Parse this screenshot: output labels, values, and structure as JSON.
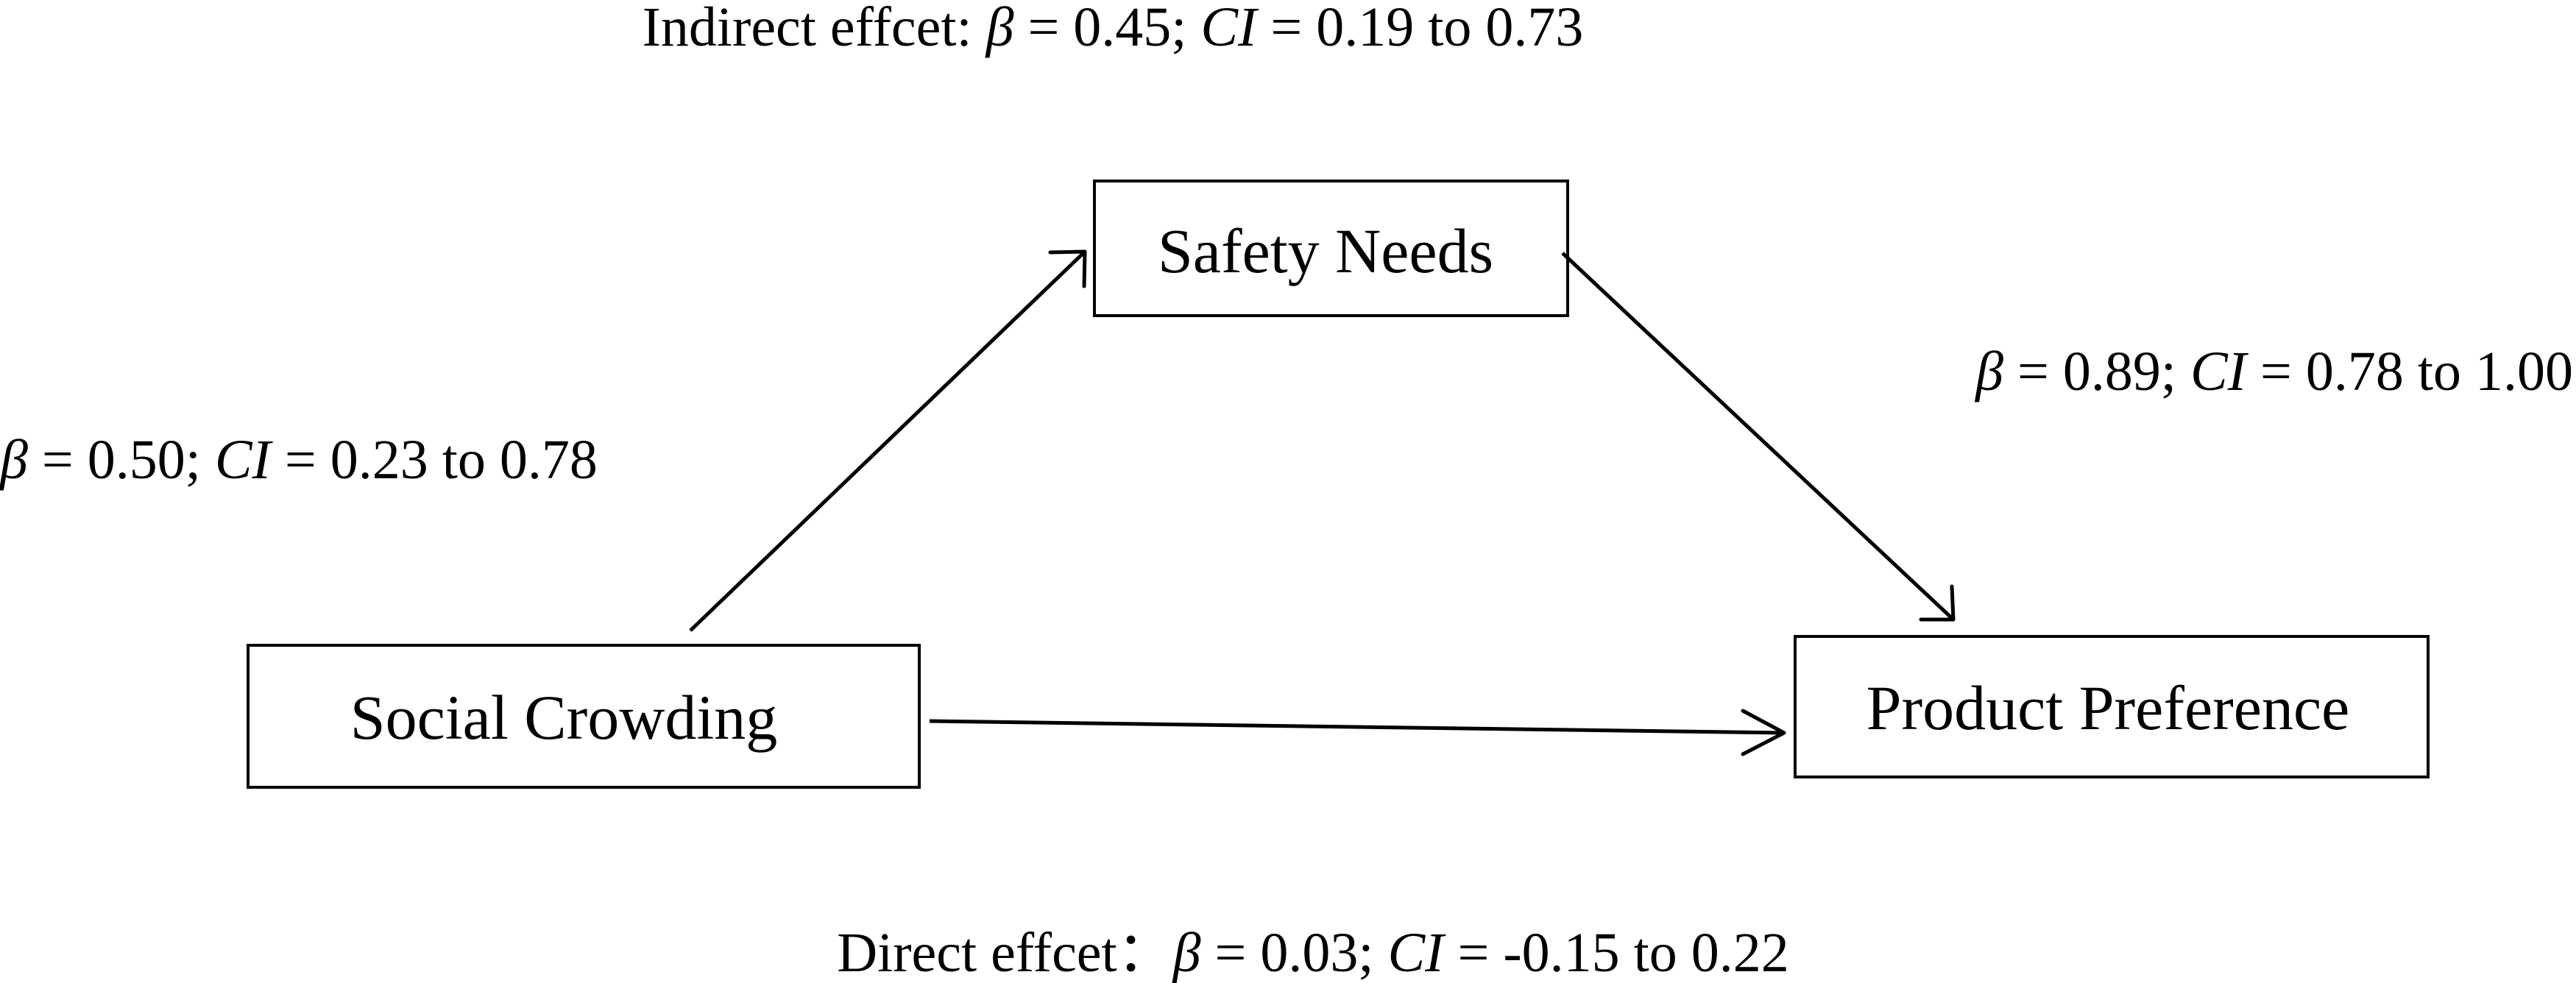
{
  "nodes": {
    "safety": "Safety Needs",
    "social": "Social Crowding",
    "product": "Product Preference"
  },
  "indirect": {
    "prefix": "Indirect effcet: ",
    "beta_sym": "β",
    "beta_val": " = 0.45; ",
    "ci_sym": "CI",
    "ci_val": " = 0.19 to 0.73"
  },
  "path_a": {
    "beta_sym": "β",
    "beta_val": " = 0.50; ",
    "ci_sym": "CI",
    "ci_val": " = 0.23 to 0.78"
  },
  "path_b": {
    "beta_sym": "β",
    "beta_val": " = 0.89; ",
    "ci_sym": "CI",
    "ci_val": " = 0.78 to 1.00"
  },
  "direct": {
    "prefix": "Direct effcet：",
    "beta_sym": "β",
    "beta_val": " = 0.03; ",
    "ci_sym": "CI",
    "ci_val": " = -0.15 to 0.22"
  }
}
